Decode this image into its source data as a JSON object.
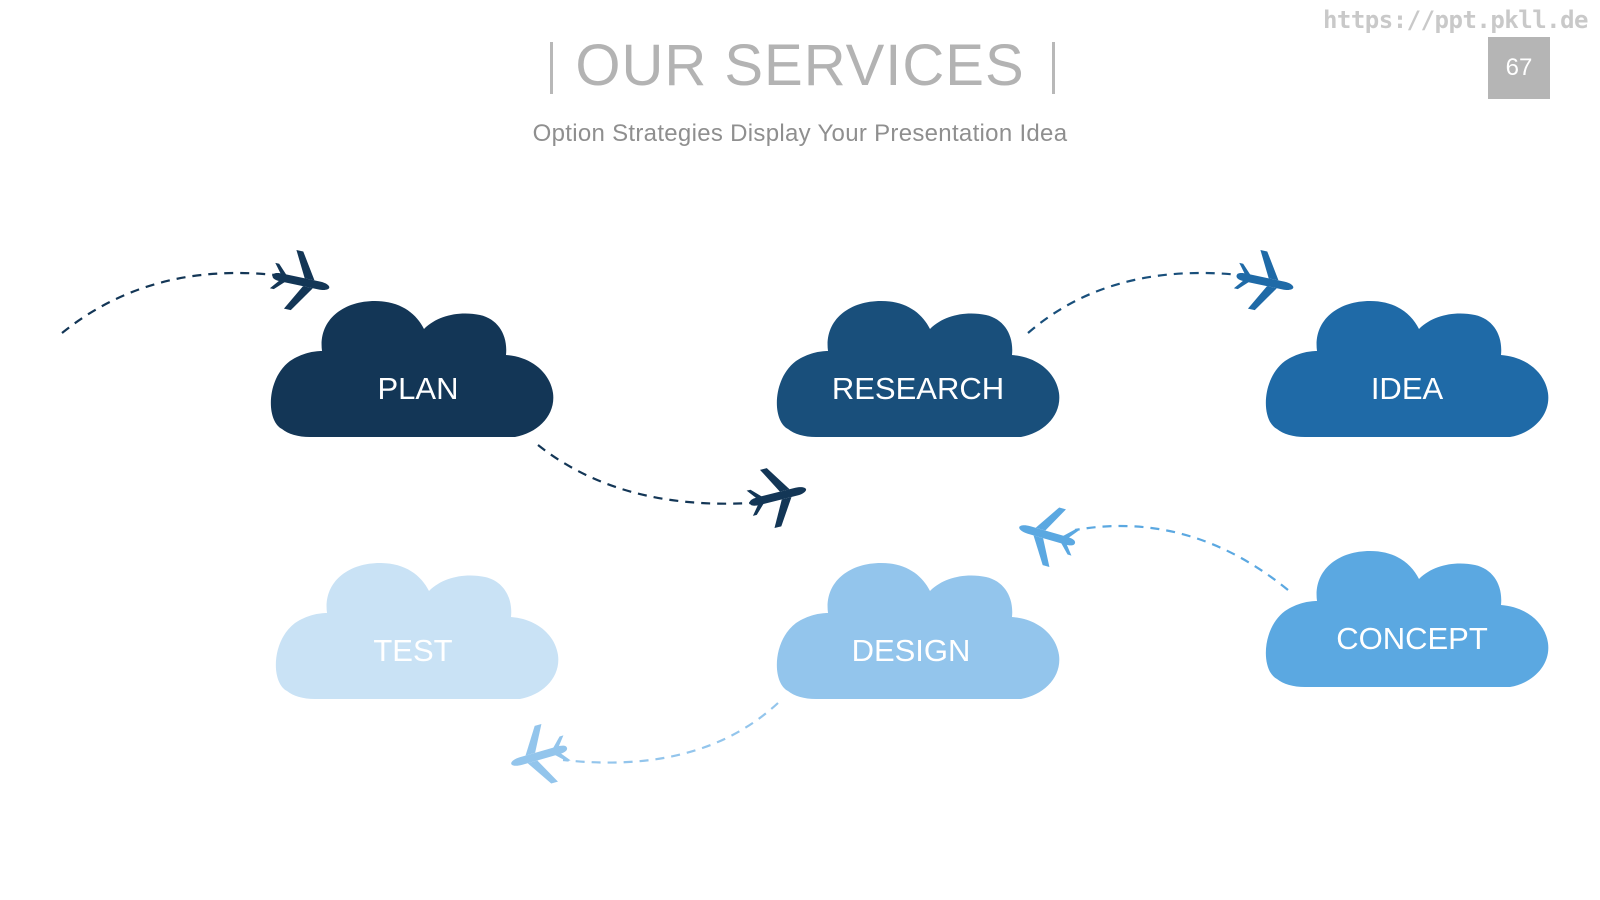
{
  "watermark": "https://ppt.pkll.de",
  "page_number": "67",
  "title": "OUR SERVICES",
  "subtitle": "Option Strategies Display Your Presentation Idea",
  "colors": {
    "plan": "#133656",
    "research": "#194f7b",
    "idea": "#1f6aa7",
    "concept": "#5ba8e1",
    "design": "#93c5ec",
    "test": "#c9e2f5",
    "label": "#ffffff"
  },
  "steps": [
    {
      "id": "plan",
      "label": "PLAN"
    },
    {
      "id": "research",
      "label": "RESEARCH"
    },
    {
      "id": "idea",
      "label": "IDEA"
    },
    {
      "id": "concept",
      "label": "CONCEPT"
    },
    {
      "id": "design",
      "label": "DESIGN"
    },
    {
      "id": "test",
      "label": "TEST"
    }
  ],
  "icons": [
    "airplane-icon",
    "cloud-shape"
  ]
}
